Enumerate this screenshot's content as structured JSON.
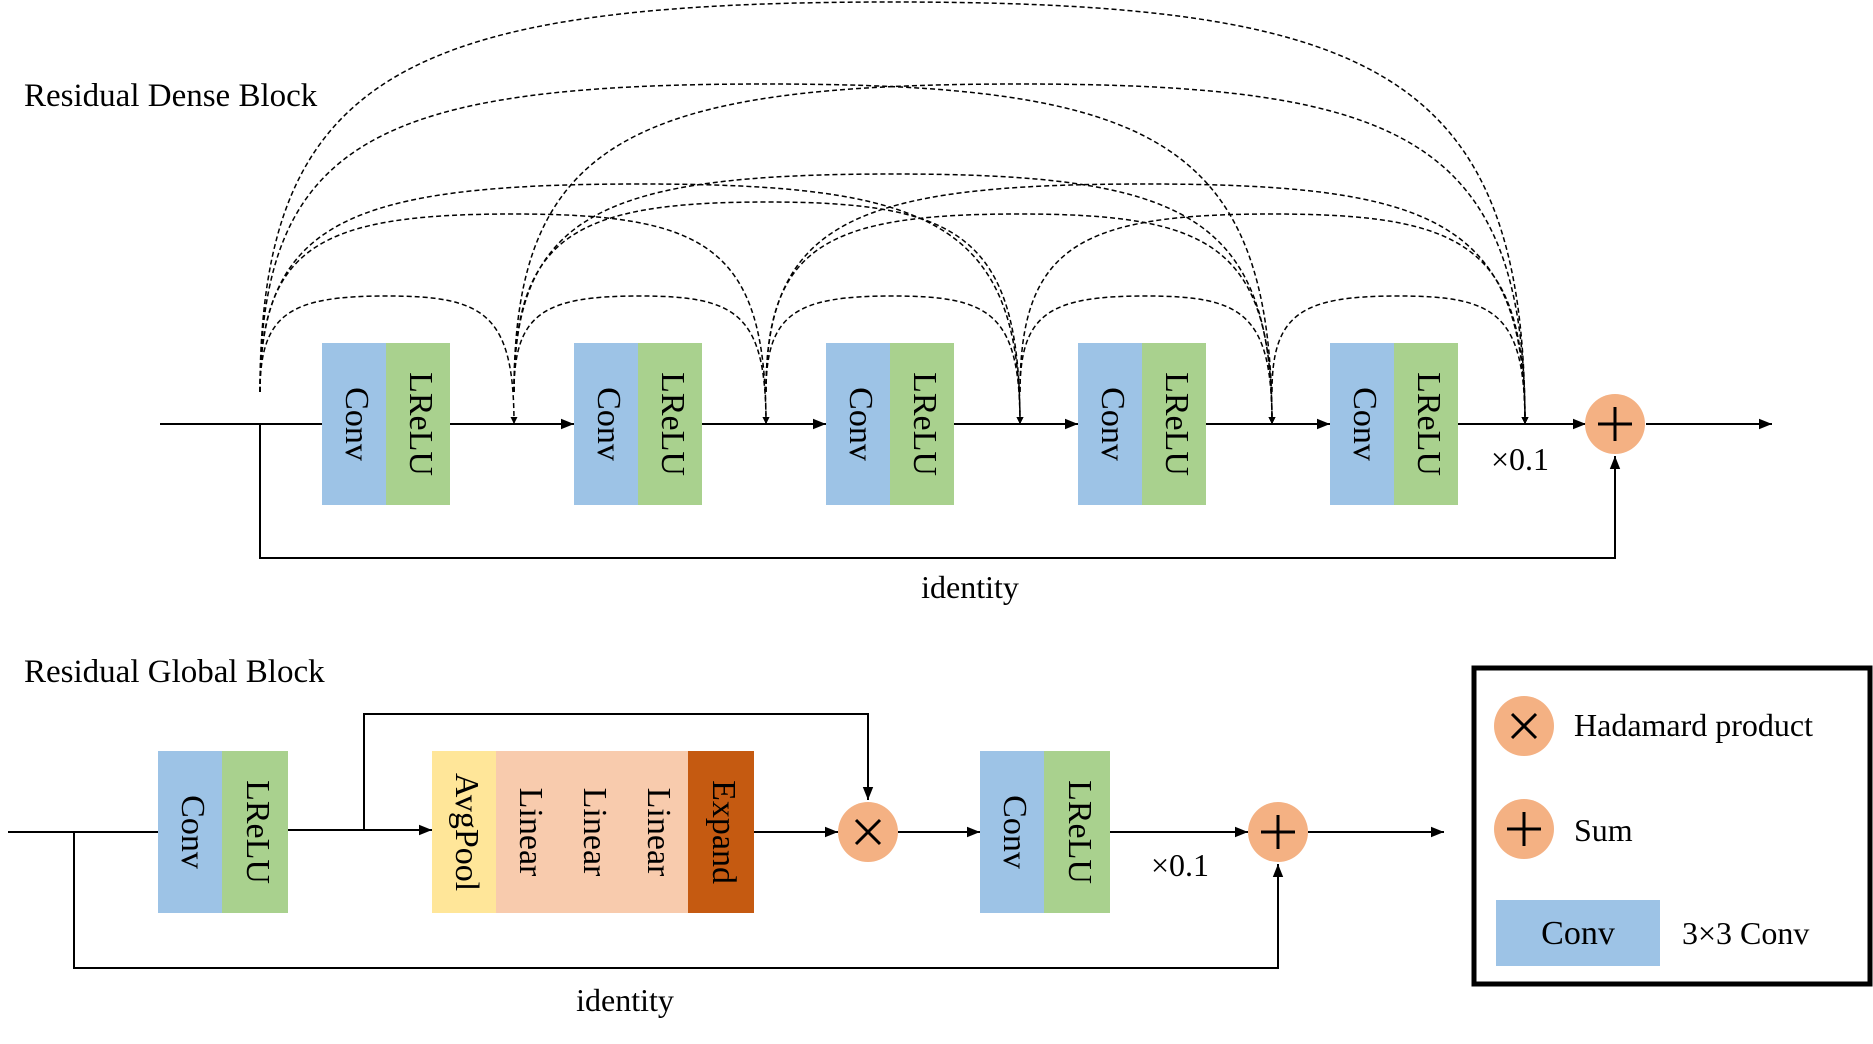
{
  "dense_block": {
    "title": "Residual Dense Block",
    "conv_label": "Conv",
    "lrelu_label": "LReLU",
    "scale_label": "×0.1",
    "identity_label": "identity"
  },
  "global_block": {
    "title": "Residual Global Block",
    "conv_label": "Conv",
    "lrelu_label": "LReLU",
    "avgpool_label": "AvgPool",
    "linear_label": "Linear",
    "expand_label": "Expand",
    "scale_label": "×0.1",
    "identity_label": "identity"
  },
  "legend": {
    "hadamard_label": "Hadamard product",
    "sum_label": "Sum",
    "conv_box_label": "Conv",
    "conv_desc": "3×3 Conv"
  },
  "colors": {
    "conv": "#9dc3e6",
    "lrelu": "#a9d18e",
    "avgpool": "#ffe699",
    "linear": "#f8cbad",
    "expand": "#c55a11",
    "operator": "#f4b183"
  }
}
